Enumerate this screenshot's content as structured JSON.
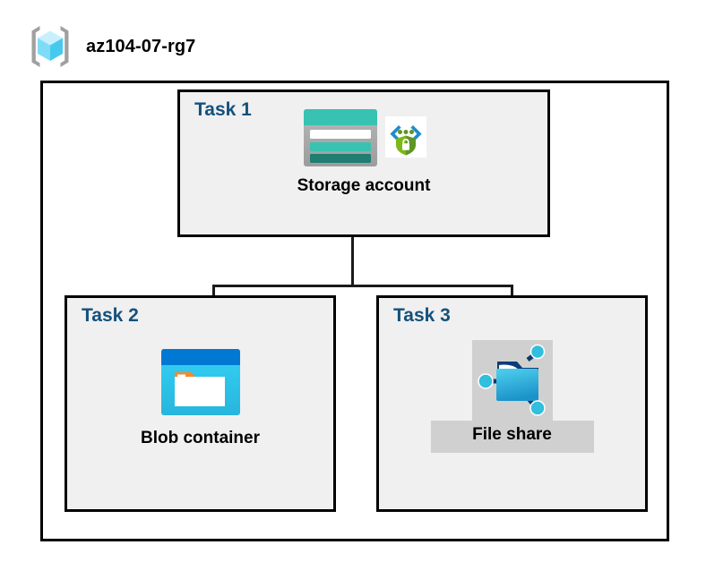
{
  "header": {
    "resource_group_name": "az104-07-rg7",
    "icon": "resource-group-icon"
  },
  "diagram": {
    "type": "hierarchy",
    "root": "Storage account",
    "children": [
      "Blob container",
      "File share"
    ]
  },
  "tasks": [
    {
      "id": "task-1",
      "label": "Task 1",
      "node_label": "Storage account",
      "icons": [
        "storage-account-icon",
        "secure-endpoint-icon"
      ],
      "highlighted": false
    },
    {
      "id": "task-2",
      "label": "Task 2",
      "node_label": "Blob container",
      "icons": [
        "blob-container-icon"
      ],
      "highlighted": false
    },
    {
      "id": "task-3",
      "label": "Task 3",
      "node_label": "File share",
      "icons": [
        "file-share-icon"
      ],
      "highlighted": true
    }
  ],
  "colors": {
    "task_label": "#13517c",
    "box_fill": "#f0f0f0",
    "box_border": "#000000",
    "highlight_band": "#d0d0d0",
    "storage_teal": "#37c2b1",
    "storage_teal_dark": "#1f7d72",
    "blob_blue": "#0078d4",
    "blob_cyan": "#32d4f5",
    "blob_orange": "#f7882f",
    "fileshare_blue": "#32bedd",
    "fileshare_navy": "#003067",
    "secure_green": "#5e9624",
    "rg_cube_cyan": "#9fe7fb",
    "bracket_gray": "#a0a0a0",
    "canvas": "#ffffff"
  }
}
